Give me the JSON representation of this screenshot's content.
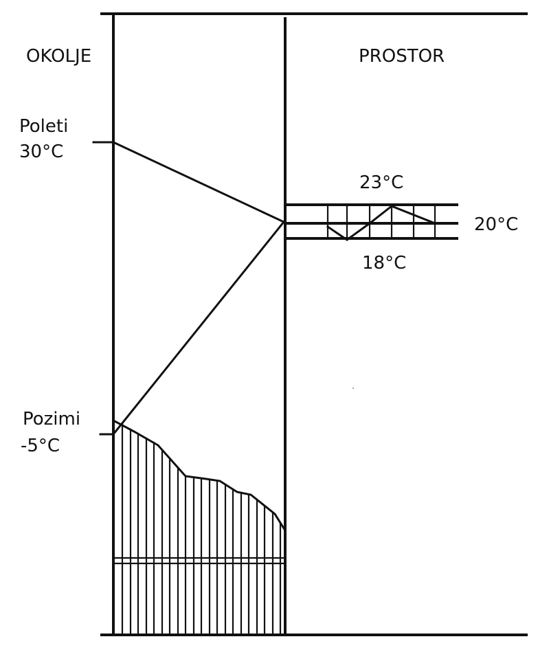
{
  "labels": {
    "outside": "OKOLJE",
    "room": "PROSTOR",
    "summer": "Poleti",
    "summer_temp": "30°C",
    "winter": "Pozimi",
    "winter_temp": "-5°C",
    "room_upper": "23°C",
    "room_middle": "20°C",
    "room_lower": "18°C"
  },
  "colors": {
    "ink": "#111111",
    "background": "#ffffff"
  }
}
